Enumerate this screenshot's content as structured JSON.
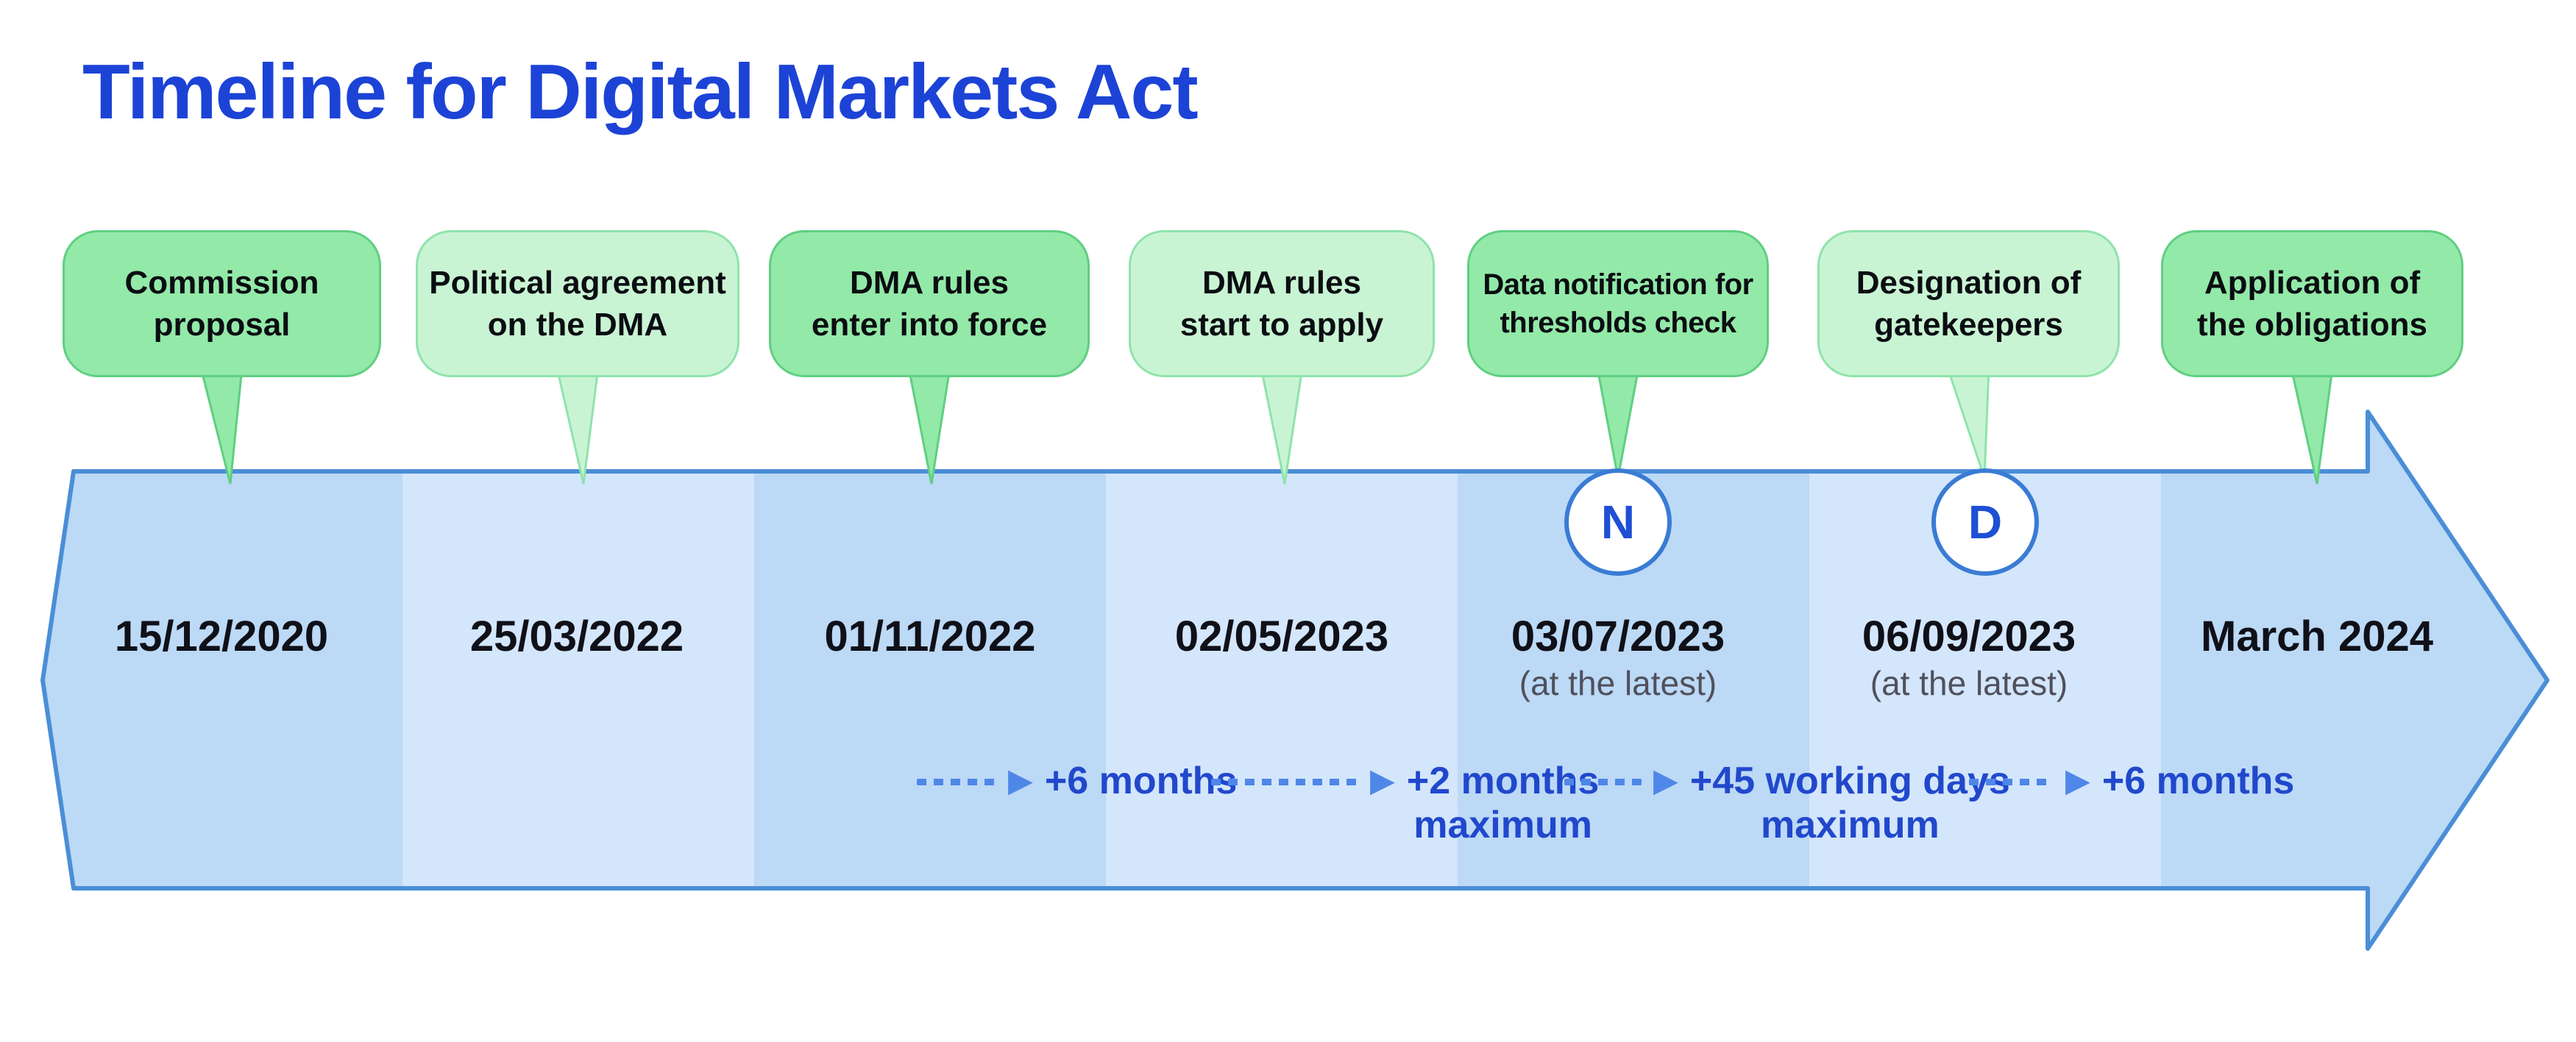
{
  "title": "Timeline for Digital Markets Act",
  "colors": {
    "title_blue": "#1c43d6",
    "arrow_fill_dark": "#bcd9f6",
    "arrow_fill_light": "#d3e6fb",
    "arrow_stroke": "#4a8ed6",
    "bubble_green_dark": "#93e9a8",
    "bubble_green_dark_border": "#5fcf82",
    "bubble_green_light": "#c9f4d3",
    "bubble_green_light_border": "#8fe3ab",
    "transition_text_blue": "#2148cc",
    "transition_dash_blue": "#4f87e8",
    "marker_letter_blue": "#1e4fd4",
    "marker_ring_blue": "#3a7bd5"
  },
  "milestones": [
    {
      "label": "Commission\nproposal",
      "date": "15/12/2020",
      "note": "",
      "marker": ""
    },
    {
      "label": "Political agreement\non the DMA",
      "date": "25/03/2022",
      "note": "",
      "marker": ""
    },
    {
      "label": "DMA rules\nenter into force",
      "date": "01/11/2022",
      "note": "",
      "marker": ""
    },
    {
      "label": "DMA rules\nstart to apply",
      "date": "02/05/2023",
      "note": "",
      "marker": ""
    },
    {
      "label": "Data notification for\nthresholds check",
      "date": "03/07/2023",
      "note": "(at the latest)",
      "marker": "N"
    },
    {
      "label": "Designation of\ngatekeepers",
      "date": "06/09/2023",
      "note": "(at the latest)",
      "marker": "D"
    },
    {
      "label": "Application of\nthe obligations",
      "date": "March 2024",
      "note": "",
      "marker": ""
    }
  ],
  "transitions": [
    {
      "label": "+6 months"
    },
    {
      "label": "+2 months\nmaximum"
    },
    {
      "label": "+45 working days\nmaximum"
    },
    {
      "label": "+6 months"
    }
  ]
}
